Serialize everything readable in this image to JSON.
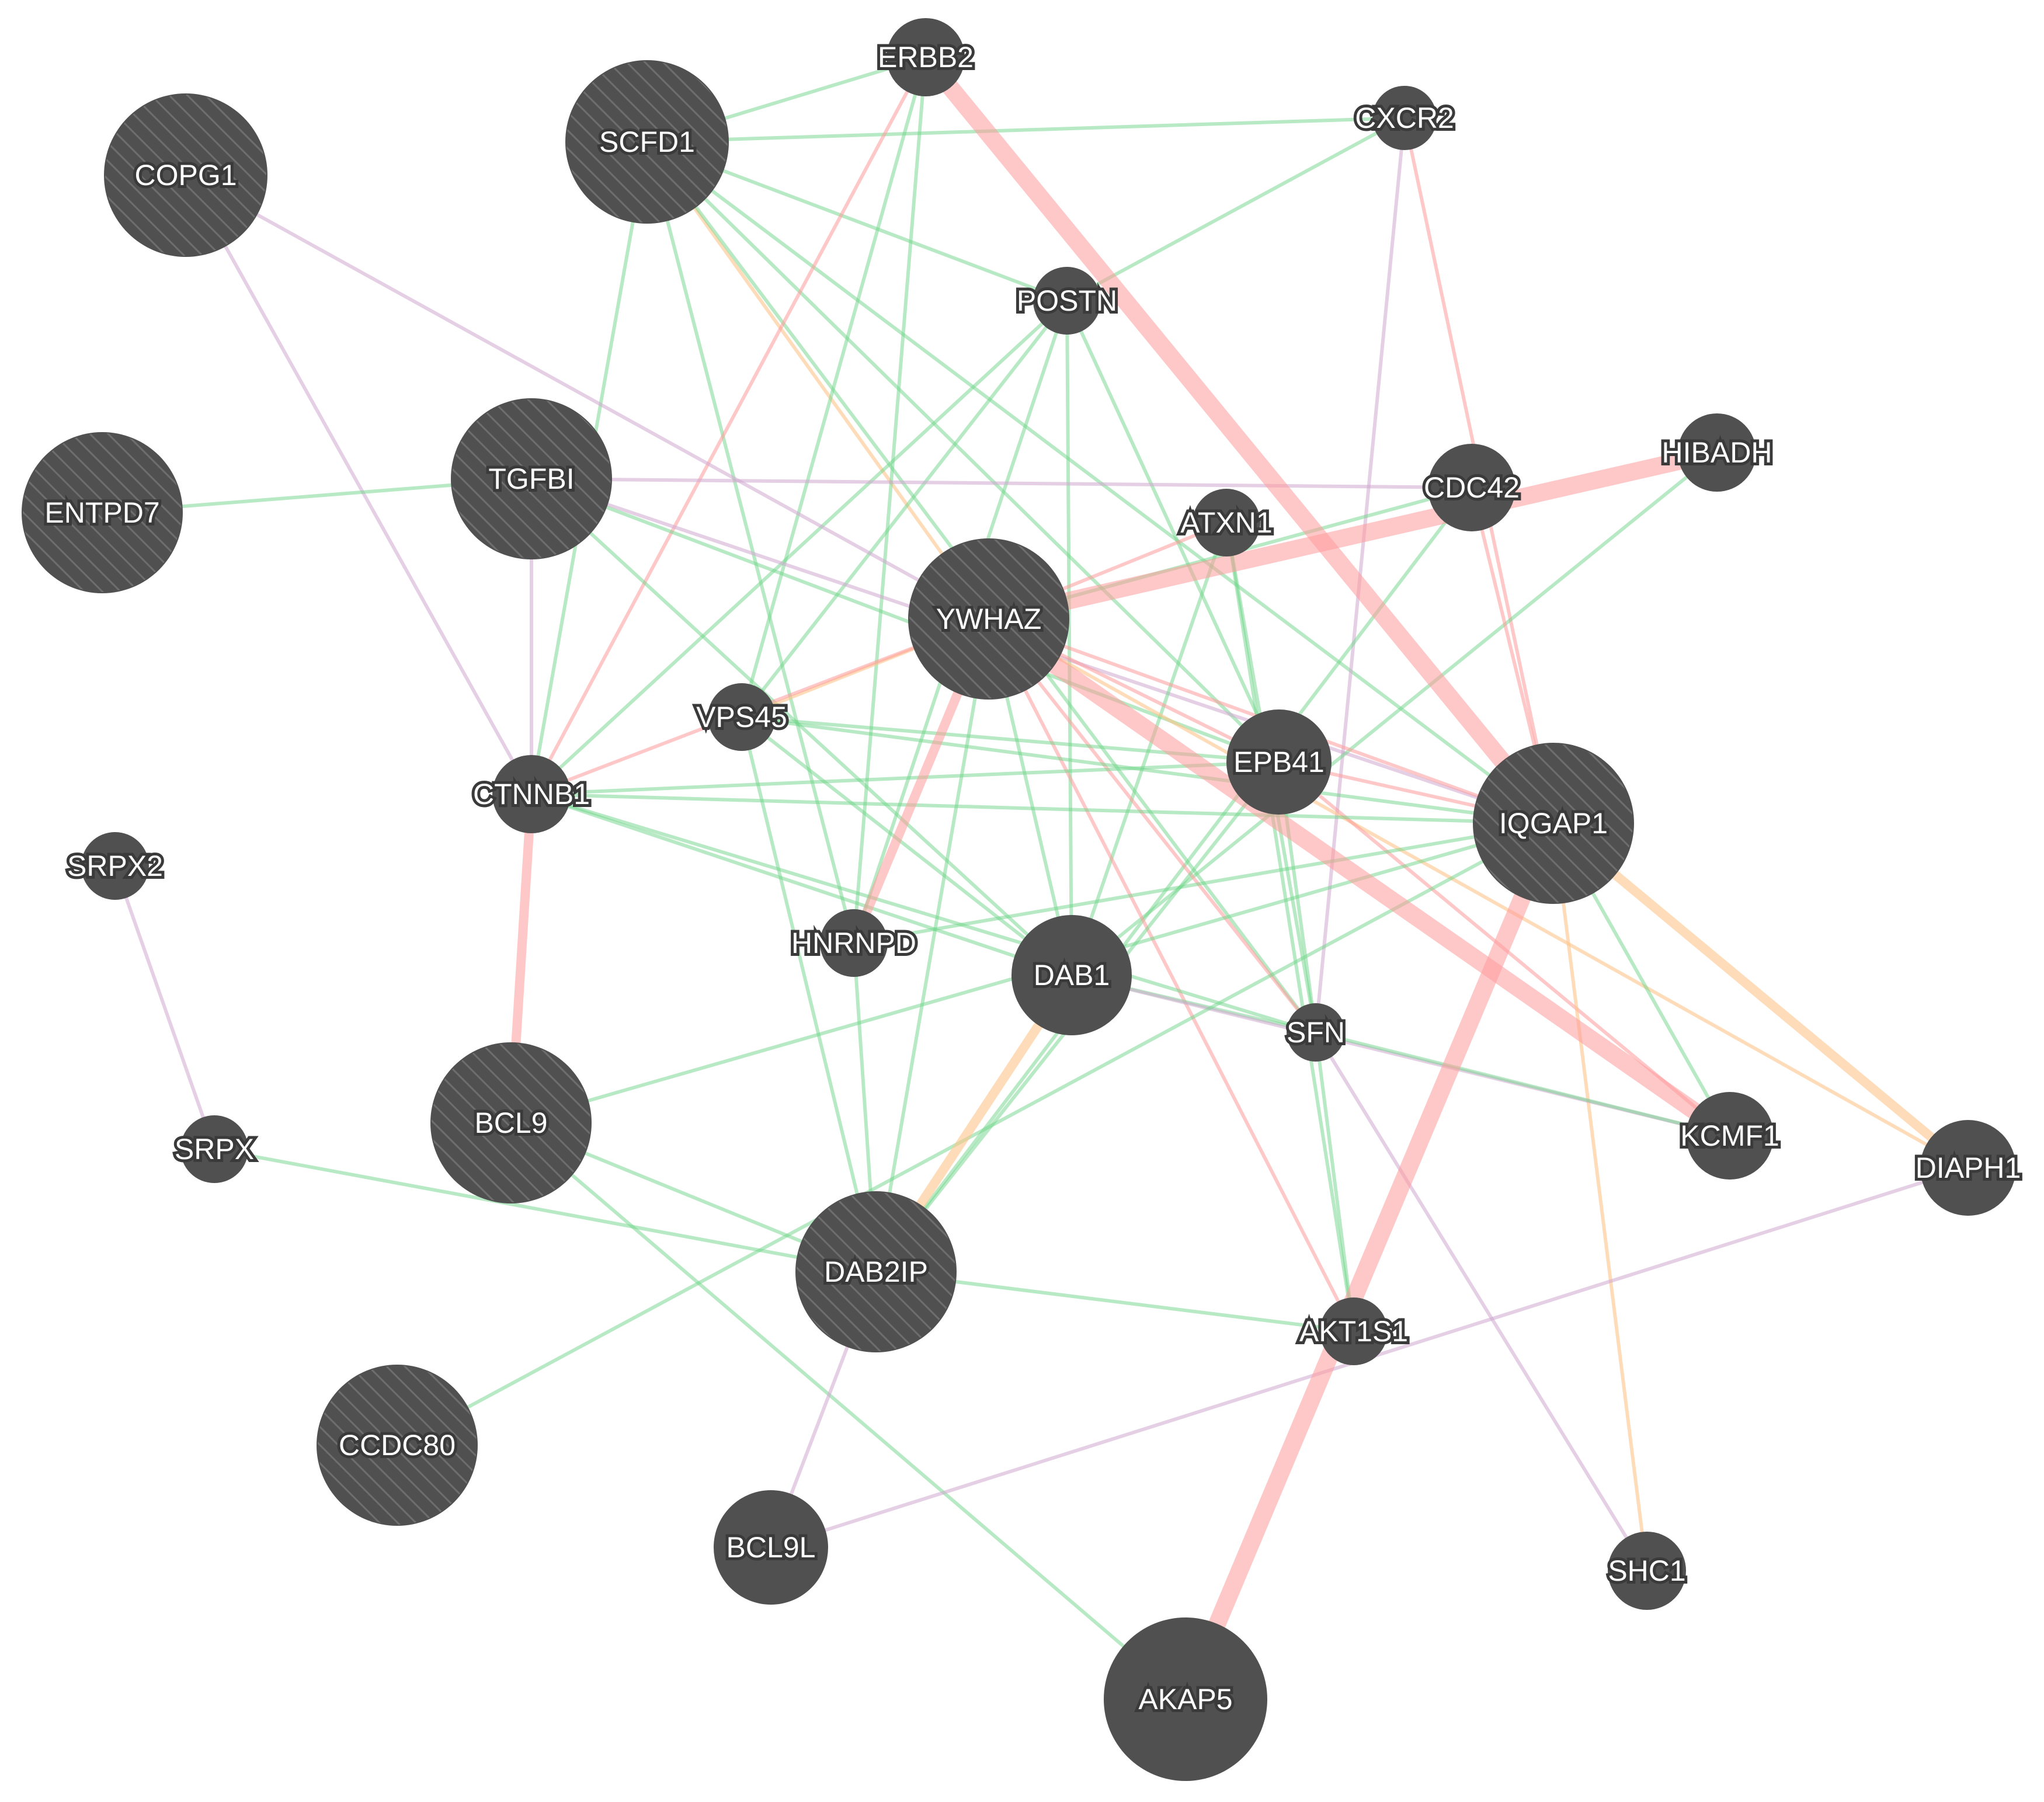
{
  "colors": {
    "background": "#ffffff",
    "node_fill": "#505050",
    "node_hatch": "#6e6e6e",
    "label_text": "#ffffff",
    "edge_physical": "#ff9a9a",
    "edge_coexpression": "#6fd68a",
    "edge_pathway": "#ffc48a",
    "edge_colocalization": "#cfa8d0"
  },
  "nodes": [
    {
      "id": "COPG1",
      "label": "COPG1",
      "query": true
    },
    {
      "id": "SCFD1",
      "label": "SCFD1",
      "query": true
    },
    {
      "id": "ERBB2",
      "label": "ERBB2",
      "query": false
    },
    {
      "id": "CXCR2",
      "label": "CXCR2",
      "query": false
    },
    {
      "id": "POSTN",
      "label": "POSTN",
      "query": false
    },
    {
      "id": "ENTPD7",
      "label": "ENTPD7",
      "query": true
    },
    {
      "id": "TGFBI",
      "label": "TGFBI",
      "query": true
    },
    {
      "id": "HIBADH",
      "label": "HIBADH",
      "query": false
    },
    {
      "id": "CDC42",
      "label": "CDC42",
      "query": false
    },
    {
      "id": "ATXN1",
      "label": "ATXN1",
      "query": false
    },
    {
      "id": "YWHAZ",
      "label": "YWHAZ",
      "query": true
    },
    {
      "id": "VPS45",
      "label": "VPS45",
      "query": false
    },
    {
      "id": "EPB41",
      "label": "EPB41",
      "query": false
    },
    {
      "id": "CTNNB1",
      "label": "CTNNB1",
      "query": false
    },
    {
      "id": "IQGAP1",
      "label": "IQGAP1",
      "query": true
    },
    {
      "id": "SRPX2",
      "label": "SRPX2",
      "query": false
    },
    {
      "id": "HNRNPD",
      "label": "HNRNPD",
      "query": false
    },
    {
      "id": "DAB1",
      "label": "DAB1",
      "query": false
    },
    {
      "id": "SFN",
      "label": "SFN",
      "query": false
    },
    {
      "id": "BCL9",
      "label": "BCL9",
      "query": true
    },
    {
      "id": "SRPX",
      "label": "SRPX",
      "query": false
    },
    {
      "id": "KCMF1",
      "label": "KCMF1",
      "query": false
    },
    {
      "id": "DIAPH1",
      "label": "DIAPH1",
      "query": false
    },
    {
      "id": "DAB2IP",
      "label": "DAB2IP",
      "query": true
    },
    {
      "id": "AKT1S1",
      "label": "AKT1S1",
      "query": false
    },
    {
      "id": "CCDC80",
      "label": "CCDC80",
      "query": true
    },
    {
      "id": "BCL9L",
      "label": "BCL9L",
      "query": false
    },
    {
      "id": "SHC1",
      "label": "SHC1",
      "query": false
    },
    {
      "id": "AKAP5",
      "label": "AKAP5",
      "query": false
    }
  ],
  "edges": [
    {
      "source": "SCFD1",
      "target": "ERBB2",
      "type": "coexpression"
    },
    {
      "source": "SCFD1",
      "target": "CXCR2",
      "type": "coexpression"
    },
    {
      "source": "SCFD1",
      "target": "POSTN",
      "type": "coexpression"
    },
    {
      "source": "SCFD1",
      "target": "CTNNB1",
      "type": "coexpression"
    },
    {
      "source": "SCFD1",
      "target": "YWHAZ",
      "type": "pathway"
    },
    {
      "source": "SCFD1",
      "target": "EPB41",
      "type": "coexpression"
    },
    {
      "source": "SCFD1",
      "target": "HNRNPD",
      "type": "coexpression"
    },
    {
      "source": "SCFD1",
      "target": "SFN",
      "type": "coexpression"
    },
    {
      "source": "SCFD1",
      "target": "IQGAP1",
      "type": "coexpression"
    },
    {
      "source": "ERBB2",
      "target": "CTNNB1",
      "type": "physical"
    },
    {
      "source": "ERBB2",
      "target": "VPS45",
      "type": "coexpression"
    },
    {
      "source": "ERBB2",
      "target": "IQGAP1",
      "type": "physical",
      "weight": "heavy"
    },
    {
      "source": "ERBB2",
      "target": "HNRNPD",
      "type": "coexpression"
    },
    {
      "source": "CXCR2",
      "target": "POSTN",
      "type": "coexpression"
    },
    {
      "source": "CXCR2",
      "target": "IQGAP1",
      "type": "physical"
    },
    {
      "source": "CXCR2",
      "target": "SFN",
      "type": "colocalization"
    },
    {
      "source": "POSTN",
      "target": "VPS45",
      "type": "coexpression"
    },
    {
      "source": "POSTN",
      "target": "DAB1",
      "type": "coexpression"
    },
    {
      "source": "POSTN",
      "target": "EPB41",
      "type": "coexpression"
    },
    {
      "source": "POSTN",
      "target": "HNRNPD",
      "type": "coexpression"
    },
    {
      "source": "POSTN",
      "target": "CTNNB1",
      "type": "coexpression"
    },
    {
      "source": "COPG1",
      "target": "YWHAZ",
      "type": "colocalization"
    },
    {
      "source": "COPG1",
      "target": "CTNNB1",
      "type": "colocalization"
    },
    {
      "source": "ENTPD7",
      "target": "TGFBI",
      "type": "coexpression"
    },
    {
      "source": "TGFBI",
      "target": "CDC42",
      "type": "colocalization"
    },
    {
      "source": "TGFBI",
      "target": "IQGAP1",
      "type": "colocalization"
    },
    {
      "source": "TGFBI",
      "target": "CTNNB1",
      "type": "colocalization"
    },
    {
      "source": "TGFBI",
      "target": "DAB1",
      "type": "coexpression"
    },
    {
      "source": "TGFBI",
      "target": "EPB41",
      "type": "coexpression"
    },
    {
      "source": "HIBADH",
      "target": "YWHAZ",
      "type": "physical",
      "weight": "heavy"
    },
    {
      "source": "HIBADH",
      "target": "DAB1",
      "type": "coexpression"
    },
    {
      "source": "CDC42",
      "target": "IQGAP1",
      "type": "physical"
    },
    {
      "source": "CDC42",
      "target": "YWHAZ",
      "type": "coexpression"
    },
    {
      "source": "CDC42",
      "target": "DAB2IP",
      "type": "coexpression"
    },
    {
      "source": "ATXN1",
      "target": "YWHAZ",
      "type": "physical"
    },
    {
      "source": "ATXN1",
      "target": "SFN",
      "type": "coexpression"
    },
    {
      "source": "ATXN1",
      "target": "DAB1",
      "type": "coexpression"
    },
    {
      "source": "ATXN1",
      "target": "AKT1S1",
      "type": "coexpression"
    },
    {
      "source": "YWHAZ",
      "target": "HNRNPD",
      "type": "physical",
      "weight": "medium"
    },
    {
      "source": "YWHAZ",
      "target": "VPS45",
      "type": "pathway"
    },
    {
      "source": "YWHAZ",
      "target": "IQGAP1",
      "type": "physical"
    },
    {
      "source": "YWHAZ",
      "target": "EPB41",
      "type": "physical"
    },
    {
      "source": "YWHAZ",
      "target": "KCMF1",
      "type": "physical",
      "weight": "heavy"
    },
    {
      "source": "YWHAZ",
      "target": "SFN",
      "type": "physical"
    },
    {
      "source": "YWHAZ",
      "target": "AKT1S1",
      "type": "physical"
    },
    {
      "source": "YWHAZ",
      "target": "DAB1",
      "type": "coexpression"
    },
    {
      "source": "YWHAZ",
      "target": "DAB2IP",
      "type": "coexpression"
    },
    {
      "source": "YWHAZ",
      "target": "CTNNB1",
      "type": "physical"
    },
    {
      "source": "YWHAZ",
      "target": "DIAPH1",
      "type": "pathway"
    },
    {
      "source": "VPS45",
      "target": "EPB41",
      "type": "coexpression"
    },
    {
      "source": "VPS45",
      "target": "DAB1",
      "type": "coexpression"
    },
    {
      "source": "VPS45",
      "target": "DAB2IP",
      "type": "coexpression"
    },
    {
      "source": "VPS45",
      "target": "IQGAP1",
      "type": "coexpression"
    },
    {
      "source": "EPB41",
      "target": "CTNNB1",
      "type": "coexpression"
    },
    {
      "source": "EPB41",
      "target": "DAB2IP",
      "type": "coexpression"
    },
    {
      "source": "EPB41",
      "target": "KCMF1",
      "type": "physical"
    },
    {
      "source": "EPB41",
      "target": "IQGAP1",
      "type": "physical"
    },
    {
      "source": "EPB41",
      "target": "SFN",
      "type": "coexpression"
    },
    {
      "source": "CTNNB1",
      "target": "BCL9",
      "type": "physical",
      "weight": "medium"
    },
    {
      "source": "CTNNB1",
      "target": "DAB1",
      "type": "coexpression"
    },
    {
      "source": "CTNNB1",
      "target": "SFN",
      "type": "coexpression"
    },
    {
      "source": "CTNNB1",
      "target": "IQGAP1",
      "type": "coexpression"
    },
    {
      "source": "IQGAP1",
      "target": "AKAP5",
      "type": "physical",
      "weight": "heavy"
    },
    {
      "source": "IQGAP1",
      "target": "DIAPH1",
      "type": "pathway",
      "weight": "medium"
    },
    {
      "source": "IQGAP1",
      "target": "SHC1",
      "type": "pathway"
    },
    {
      "source": "IQGAP1",
      "target": "KCMF1",
      "type": "coexpression"
    },
    {
      "source": "IQGAP1",
      "target": "HNRNPD",
      "type": "coexpression"
    },
    {
      "source": "SRPX2",
      "target": "SRPX",
      "type": "colocalization"
    },
    {
      "source": "HNRNPD",
      "target": "DAB2IP",
      "type": "coexpression"
    },
    {
      "source": "DAB1",
      "target": "DAB2IP",
      "type": "pathway",
      "weight": "medium"
    },
    {
      "source": "DAB1",
      "target": "SFN",
      "type": "coexpression"
    },
    {
      "source": "DAB1",
      "target": "KCMF1",
      "type": "colocalization"
    },
    {
      "source": "SFN",
      "target": "AKT1S1",
      "type": "coexpression"
    },
    {
      "source": "SFN",
      "target": "SHC1",
      "type": "colocalization"
    },
    {
      "source": "SFN",
      "target": "KCMF1",
      "type": "coexpression"
    },
    {
      "source": "BCL9",
      "target": "DAB2IP",
      "type": "coexpression"
    },
    {
      "source": "BCL9",
      "target": "AKAP5",
      "type": "coexpression"
    },
    {
      "source": "BCL9",
      "target": "IQGAP1",
      "type": "coexpression"
    },
    {
      "source": "SRPX",
      "target": "DAB2IP",
      "type": "coexpression"
    },
    {
      "source": "DAB2IP",
      "target": "AKT1S1",
      "type": "coexpression"
    },
    {
      "source": "DAB2IP",
      "target": "BCL9L",
      "type": "colocalization"
    },
    {
      "source": "CCDC80",
      "target": "IQGAP1",
      "type": "coexpression"
    },
    {
      "source": "DIAPH1",
      "target": "BCL9L",
      "type": "colocalization"
    }
  ]
}
